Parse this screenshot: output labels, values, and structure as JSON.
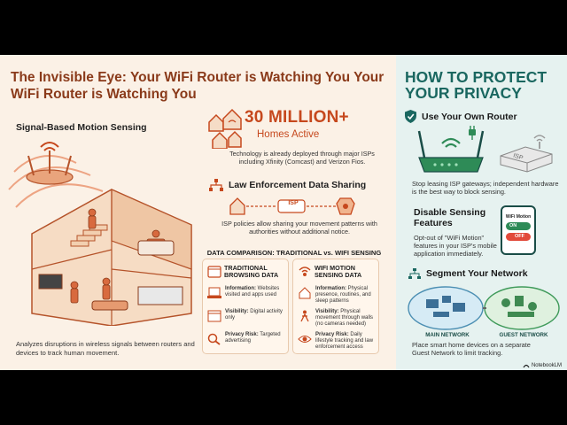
{
  "left": {
    "title": "The Invisible Eye: Your WiFi Router is Watching You Your WiFi Router is Watching You",
    "subtitle": "Signal-Based Motion Sensing",
    "caption": "Analyzes disruptions in wireless signals between routers and devices to track human movement."
  },
  "stat": {
    "big": "30 MILLION+",
    "sub": "Homes Active",
    "text": "Technology is already deployed through major ISPs including Xfinity (Comcast) and Verizon Fios."
  },
  "law": {
    "title": "Law Enforcement Data Sharing",
    "isp_label": "ISP",
    "text": "ISP policies allow sharing your movement patterns with authorities without additional notice."
  },
  "comparison": {
    "title": "DATA COMPARISON: TRADITIONAL vs. WIFI SENSING",
    "traditional": {
      "head": "TRADITIONAL BROWSING DATA",
      "info_label": "Information:",
      "info": "Websites visited and apps used",
      "vis_label": "Visibility:",
      "vis": "Digital activity only",
      "risk_label": "Privacy Risk:",
      "risk": "Targeted advertising"
    },
    "wifi": {
      "head": "WIFI MOTION SENSING DATA",
      "info_label": "Information:",
      "info": "Physical presence, routines, and sleep patterns",
      "vis_label": "Visibility:",
      "vis": "Physical movement through walls (no cameras needed)",
      "risk_label": "Privacy Risk:",
      "risk": "Daily lifestyle tracking and law enforcement access"
    }
  },
  "right": {
    "title": "HOW TO PROTECT YOUR PRIVACY",
    "router_title": "Use Your Own Router",
    "isp_label": "ISP",
    "router_text": "Stop leasing ISP gateways; independent hardware is the best way to block sensing.",
    "disable_title": "Disable Sensing Features",
    "disable_text": "Opt-out of \"WiFi Motion\" features in your ISP's mobile application immediately.",
    "phone_label": "WiFi Motion",
    "on_label": "ON",
    "off_label": "OFF",
    "segment_title": "Segment Your Network",
    "main_label": "MAIN NETWORK",
    "guest_label": "GUEST NETWORK",
    "segment_text": "Place smart home devices on a separate Guest Network to limit tracking.",
    "brand": "NotebookLM"
  },
  "colors": {
    "accent_orange": "#c6481d",
    "title_brown": "#8a3a1a",
    "teal": "#1a6760",
    "green": "#2e8b57"
  }
}
